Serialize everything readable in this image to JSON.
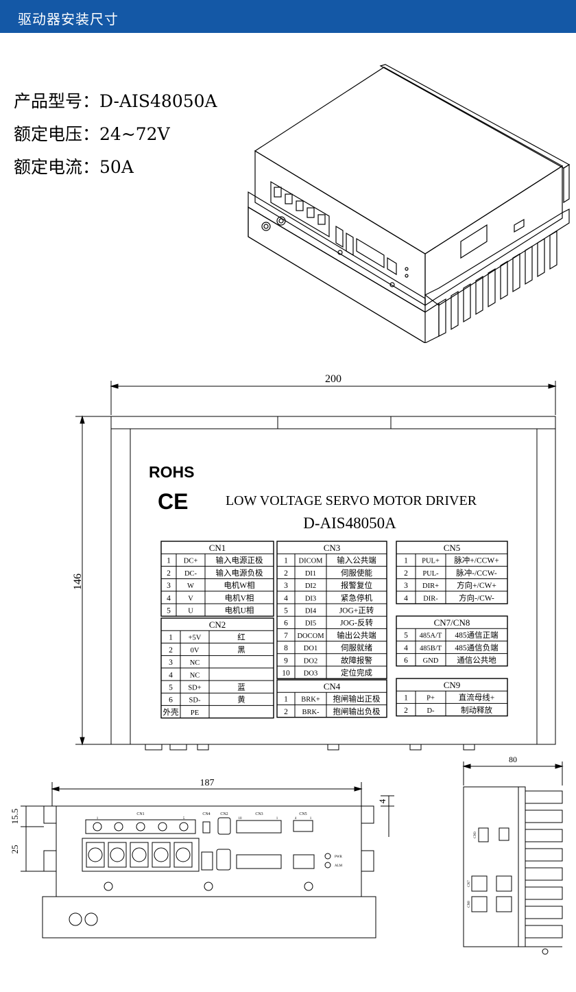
{
  "header": {
    "title": "驱动器安装尺寸"
  },
  "specs": [
    {
      "label": "产品型号：",
      "value": "D-AIS48050A"
    },
    {
      "label": "额定电压：",
      "value": "24~72V"
    },
    {
      "label": "额定电流：",
      "value": "50A"
    }
  ],
  "front_panel": {
    "dim_width": "200",
    "dim_height": "146",
    "rohs": "ROHS",
    "ce": "CE",
    "subtitle": "LOW VOLTAGE SERVO MOTOR DRIVER",
    "model": "D-AIS48050A"
  },
  "tables": {
    "cn1": {
      "title": "CN1",
      "rows": [
        [
          "1",
          "DC+",
          "输入电源正极"
        ],
        [
          "2",
          "DC-",
          "输入电源负极"
        ],
        [
          "3",
          "W",
          "电机W相"
        ],
        [
          "4",
          "V",
          "电机V相"
        ],
        [
          "5",
          "U",
          "电机U相"
        ]
      ]
    },
    "cn2": {
      "title": "CN2",
      "rows": [
        [
          "1",
          "+5V",
          "红"
        ],
        [
          "2",
          "0V",
          "黑"
        ],
        [
          "3",
          "NC",
          ""
        ],
        [
          "4",
          "NC",
          ""
        ],
        [
          "5",
          "SD+",
          "蓝"
        ],
        [
          "6",
          "SD-",
          "黄"
        ],
        [
          "外壳",
          "PE",
          ""
        ]
      ]
    },
    "cn3": {
      "title": "CN3",
      "rows": [
        [
          "1",
          "DICOM",
          "输入公共端"
        ],
        [
          "2",
          "DI1",
          "伺服使能"
        ],
        [
          "3",
          "DI2",
          "报警复位"
        ],
        [
          "4",
          "DI3",
          "紧急停机"
        ],
        [
          "5",
          "DI4",
          "JOG+正转"
        ],
        [
          "6",
          "DI5",
          "JOG-反转"
        ],
        [
          "7",
          "DOCOM",
          "输出公共端"
        ],
        [
          "8",
          "DO1",
          "伺服就绪"
        ],
        [
          "9",
          "DO2",
          "故障报警"
        ],
        [
          "10",
          "DO3",
          "定位完成"
        ]
      ]
    },
    "cn4": {
      "title": "CN4",
      "rows": [
        [
          "1",
          "BRK+",
          "抱闸输出正极"
        ],
        [
          "2",
          "BRK-",
          "抱闸输出负极"
        ]
      ]
    },
    "cn5": {
      "title": "CN5",
      "rows": [
        [
          "1",
          "PUL+",
          "脉冲+/CCW+"
        ],
        [
          "2",
          "PUL-",
          "脉冲-/CCW-"
        ],
        [
          "3",
          "DIR+",
          "方向+/CW+"
        ],
        [
          "4",
          "DIR-",
          "方向-/CW-"
        ]
      ]
    },
    "cn78": {
      "title": "CN7/CN8",
      "rows": [
        [
          "5",
          "485A/T",
          "485通信正端"
        ],
        [
          "4",
          "485B/T",
          "485通信负端"
        ],
        [
          "6",
          "GND",
          "通信公共地"
        ]
      ]
    },
    "cn9": {
      "title": "CN9",
      "rows": [
        [
          "1",
          "P+",
          "直流母线+"
        ],
        [
          "2",
          "D-",
          "制动释放"
        ]
      ]
    }
  },
  "bottom_view": {
    "dim_width": "187",
    "dim_a": "15.5",
    "dim_b": "25",
    "dim_c": "4",
    "labels": {
      "cn1": "CN1",
      "cn4": "CN4",
      "cn2": "CN2",
      "cn3": "CN3",
      "cn5": "CN5",
      "pwr": "PWR",
      "alm": "ALM",
      "pin1": "1",
      "pin5": "5",
      "pin10": "10",
      "pin1b": "1",
      "pin4": "4",
      "pin1c": "1"
    }
  },
  "side_view": {
    "dim_width": "80",
    "labels": {
      "cn9": "CN9",
      "cn7": "CN7",
      "cn8": "CN8"
    }
  }
}
